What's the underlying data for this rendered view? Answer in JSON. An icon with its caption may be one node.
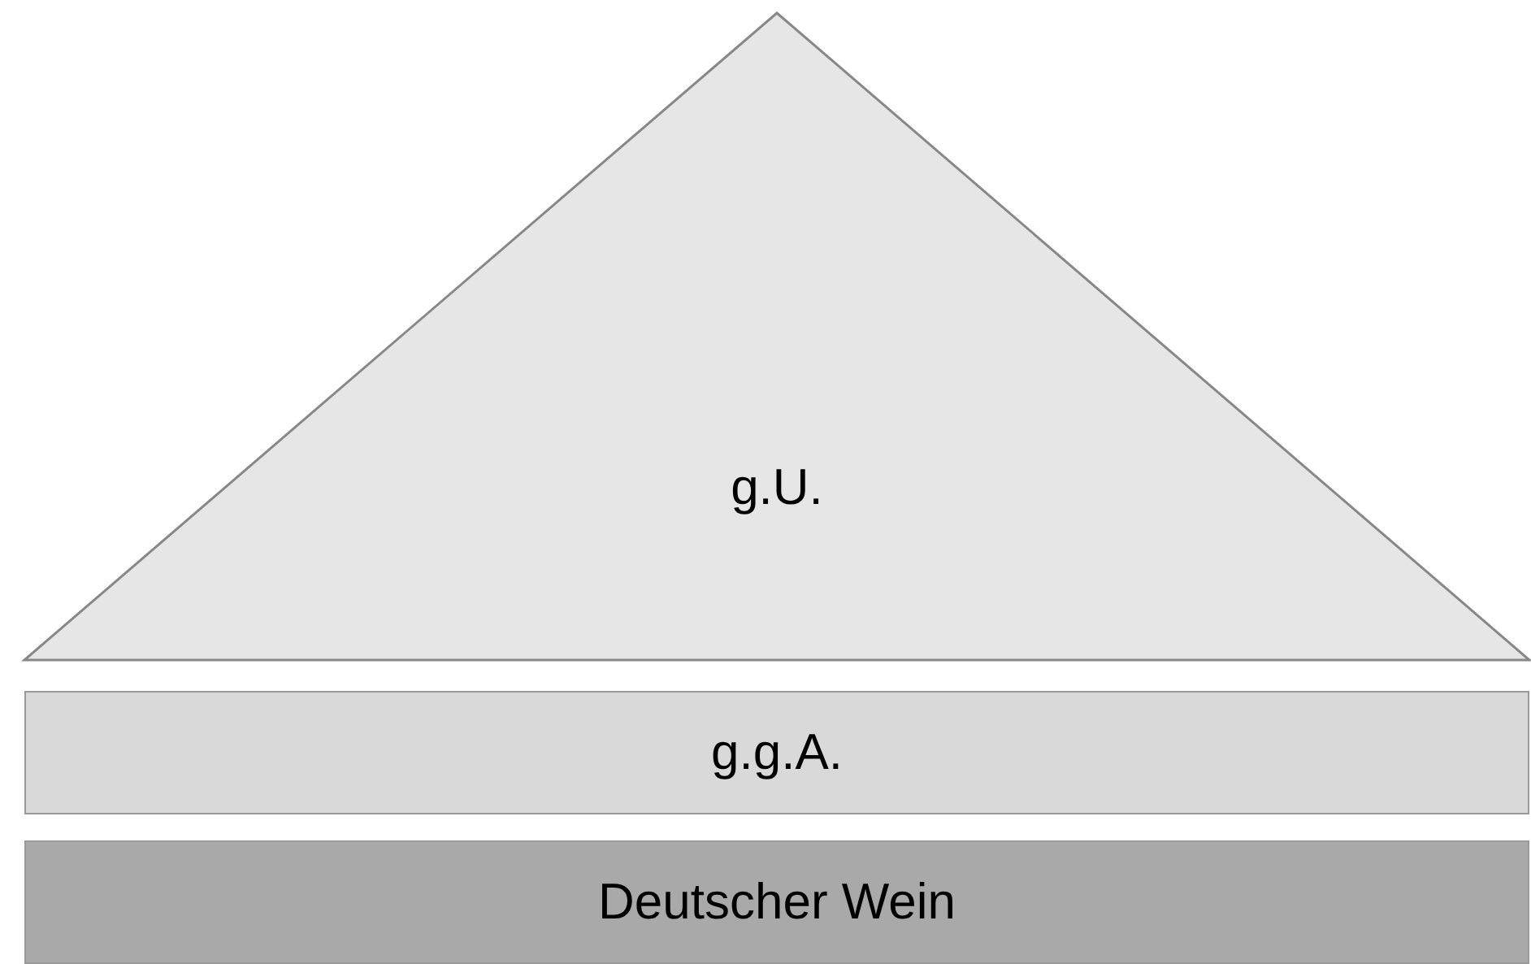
{
  "diagram": {
    "nodes": [
      {
        "text": [
          "g.U."
        ]
      },
      {
        "text": [
          "g.g.A."
        ]
      },
      {
        "text": [
          "Deutscher Wein"
        ]
      }
    ]
  }
}
